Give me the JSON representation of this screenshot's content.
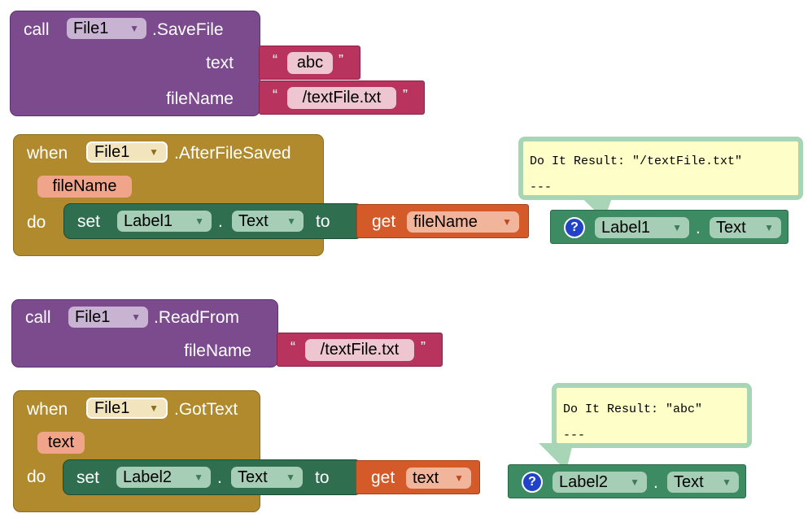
{
  "blocks": {
    "save_call": {
      "call_label": "call",
      "component": "File1",
      "method": ".SaveFile",
      "arg1_label": "text",
      "arg1_value": "abc",
      "arg2_label": "fileName",
      "arg2_value": "/textFile.txt"
    },
    "after_saved": {
      "when_label": "when",
      "component": "File1",
      "event": ".AfterFileSaved",
      "param": "fileName",
      "do_label": "do",
      "set_label": "set",
      "set_component": "Label1",
      "dot": ".",
      "set_property": "Text",
      "to_label": "to",
      "get_label": "get",
      "get_var": "fileName"
    },
    "read_call": {
      "call_label": "call",
      "component": "File1",
      "method": ".ReadFrom",
      "arg1_label": "fileName",
      "arg1_value": "/textFile.txt"
    },
    "got_text": {
      "when_label": "when",
      "component": "File1",
      "event": ".GotText",
      "param": "text",
      "do_label": "do",
      "set_label": "set",
      "set_component": "Label2",
      "dot": ".",
      "set_property": "Text",
      "to_label": "to",
      "get_label": "get",
      "get_var": "text"
    },
    "getter1": {
      "component": "Label1",
      "dot": ".",
      "property": "Text"
    },
    "getter2": {
      "component": "Label2",
      "dot": ".",
      "property": "Text"
    }
  },
  "quote_open": "“",
  "quote_close": "”",
  "results": {
    "r1": {
      "text": "Do It Result: \"/textFile.txt\"",
      "sep": "---"
    },
    "r2": {
      "text": "Do It Result: \"abc\"",
      "sep": "---"
    }
  },
  "icons": {
    "dropdown": "triangle-down",
    "warning": "question-mark-circle"
  },
  "colors": {
    "procedure": "#7b4b8d",
    "event": "#b08a2c",
    "string": "#b8345f",
    "setter": "#2f6e4e",
    "getter_var": "#d45a2a",
    "component_getter": "#3c8b62",
    "result_bubble": "#fefec8"
  }
}
